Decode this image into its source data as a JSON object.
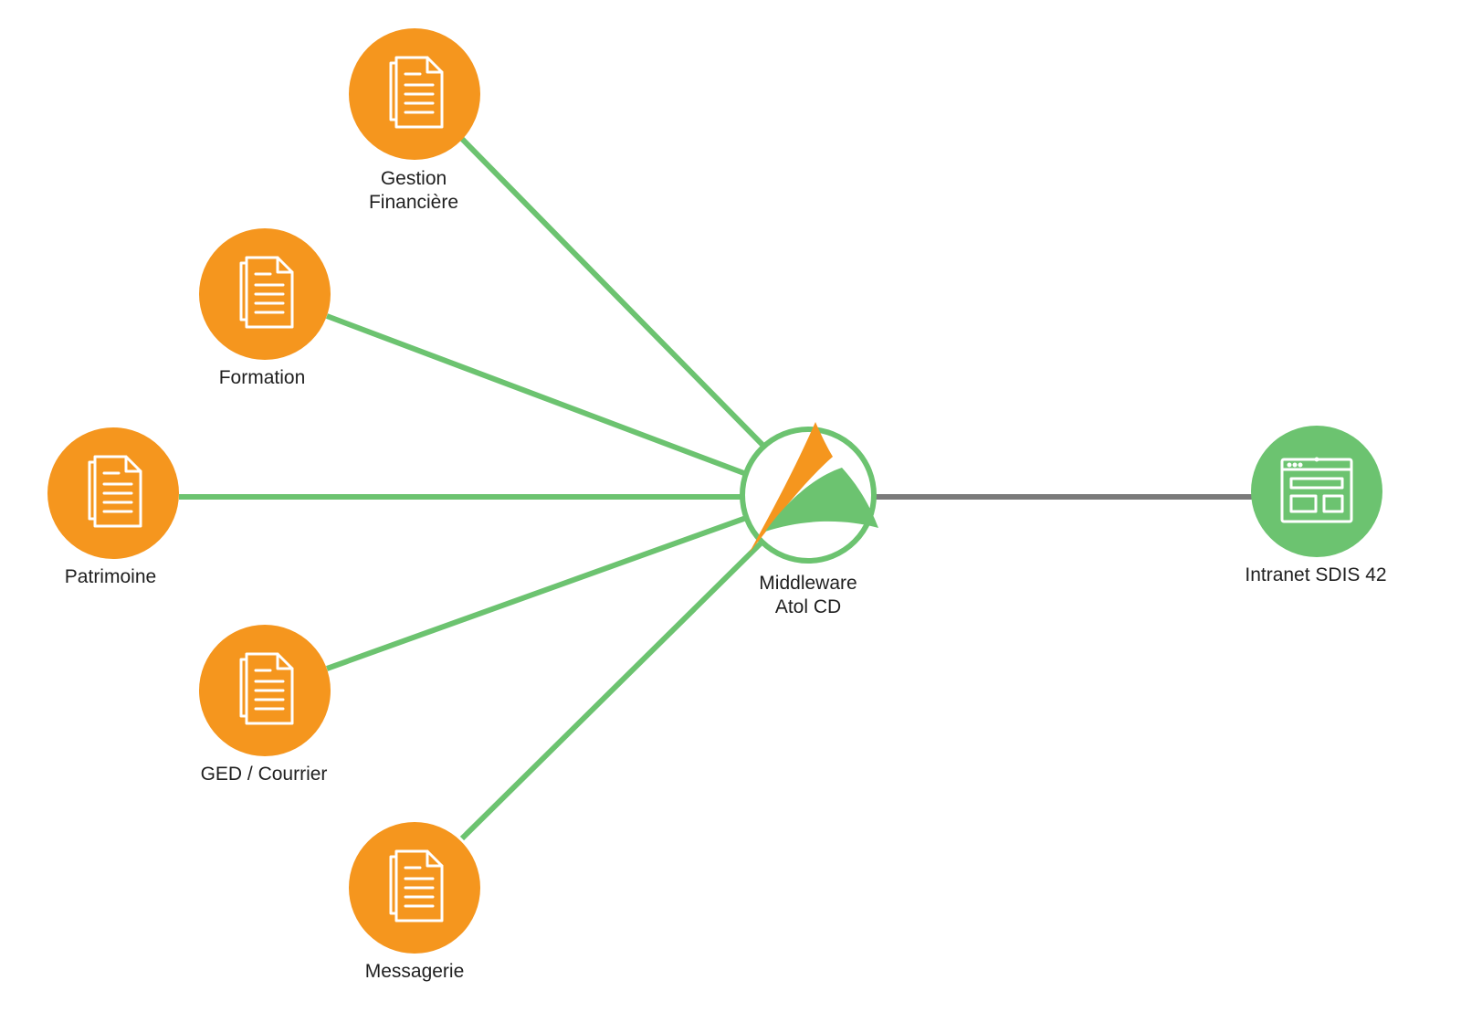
{
  "colors": {
    "orange": "#F5961E",
    "green": "#6CC370",
    "gray": "#7A7A7A",
    "icon_stroke": "#FFFFFF",
    "text": "#1F1F1F"
  },
  "hub": {
    "label_line1": "Middleware",
    "label_line2": "Atol CD",
    "logo_icon": "atol-cd-logo-icon"
  },
  "sources": [
    {
      "id": "gestion-financiere",
      "label_line1": "Gestion",
      "label_line2": "Financière",
      "icon": "document-icon"
    },
    {
      "id": "formation",
      "label_line1": "Formation",
      "label_line2": "",
      "icon": "document-icon"
    },
    {
      "id": "patrimoine",
      "label_line1": "Patrimoine",
      "label_line2": "",
      "icon": "document-icon"
    },
    {
      "id": "ged-courrier",
      "label_line1": "GED / Courrier",
      "label_line2": "",
      "icon": "document-icon"
    },
    {
      "id": "messagerie",
      "label_line1": "Messagerie",
      "label_line2": "",
      "icon": "document-icon"
    }
  ],
  "target": {
    "label": "Intranet SDIS 42",
    "icon": "browser-window-icon"
  }
}
